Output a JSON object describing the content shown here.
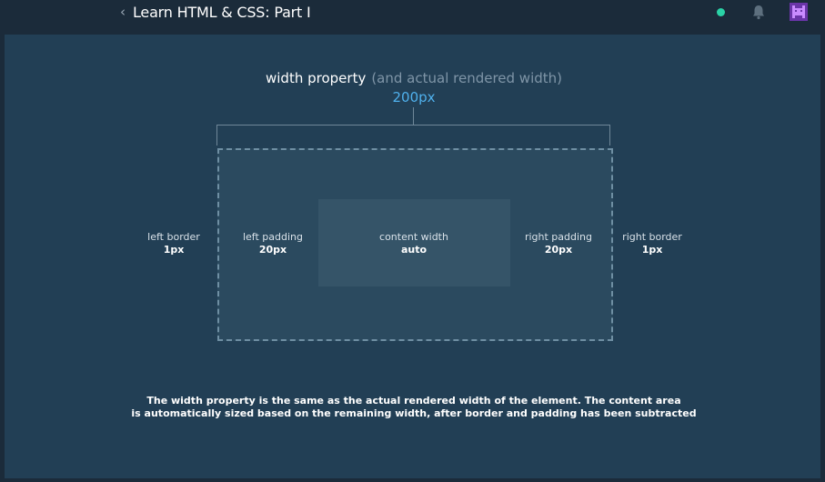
{
  "header": {
    "back_glyph": "‹",
    "title": "Learn HTML & CSS: Part I",
    "status_color": "#2ad2a6"
  },
  "diagram": {
    "heading_main": "width property",
    "heading_muted": "(and actual rendered width)",
    "width_value": "200px",
    "left_border": {
      "label": "left border",
      "value": "1px"
    },
    "left_padding": {
      "label": "left padding",
      "value": "20px"
    },
    "content": {
      "label": "content width",
      "value": "auto"
    },
    "right_padding": {
      "label": "right padding",
      "value": "20px"
    },
    "right_border": {
      "label": "right border",
      "value": "1px"
    },
    "caption_line1": "The width property is the same as the actual rendered width of the element. The content area",
    "caption_line2": "is automatically sized based on the remaining width, after border and padding has been subtracted"
  }
}
